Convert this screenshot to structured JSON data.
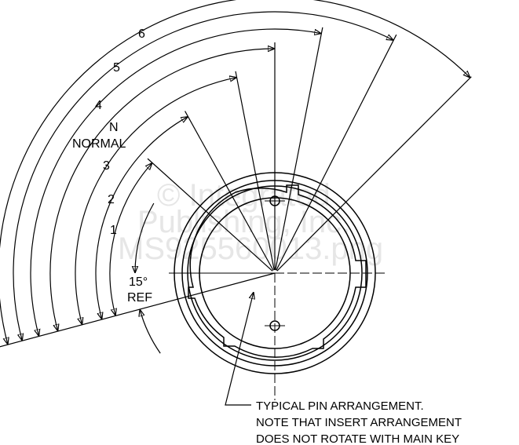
{
  "watermark": [
    "© Integrated",
    "Publishing, Inc.",
    "MS925560013.png"
  ],
  "positions": [
    {
      "label": "1",
      "angle_deg_from_ref": 57
    },
    {
      "label": "2",
      "angle_deg_from_ref": 76
    },
    {
      "label": "3",
      "angle_deg_from_ref": 94
    },
    {
      "label": "N",
      "angle_deg_from_ref": 105
    },
    {
      "label": "4",
      "angle_deg_from_ref": 116
    },
    {
      "label": "5",
      "angle_deg_from_ref": 132
    },
    {
      "label": "6",
      "angle_deg_from_ref": 150
    }
  ],
  "normal_label": "NORMAL",
  "ref_angle": {
    "value": "15°",
    "label": "REF"
  },
  "note": {
    "line1": "TYPICAL PIN ARRANGEMENT.",
    "line2": "NOTE THAT INSERT ARRANGEMENT",
    "line3": "DOES NOT ROTATE WITH MAIN KEY"
  }
}
